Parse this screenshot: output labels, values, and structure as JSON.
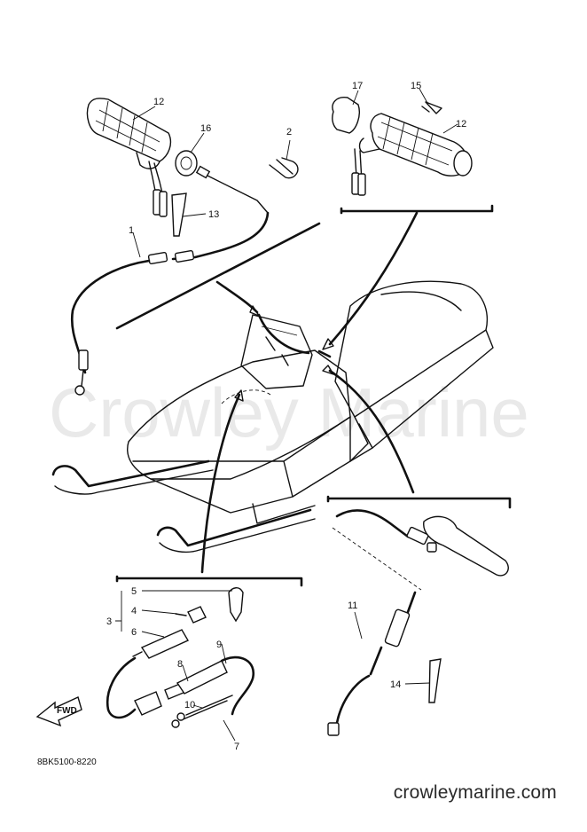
{
  "diagram": {
    "watermark": "Crowley Marine",
    "diagram_code": "8BK5100-8220",
    "fwd_label": "FWD",
    "site_url": "crowleymarine.com",
    "callouts": [
      "1",
      "2",
      "3",
      "4",
      "5",
      "6",
      "7",
      "8",
      "9",
      "10",
      "11",
      "12",
      "12",
      "13",
      "14",
      "15",
      "16",
      "17"
    ]
  }
}
